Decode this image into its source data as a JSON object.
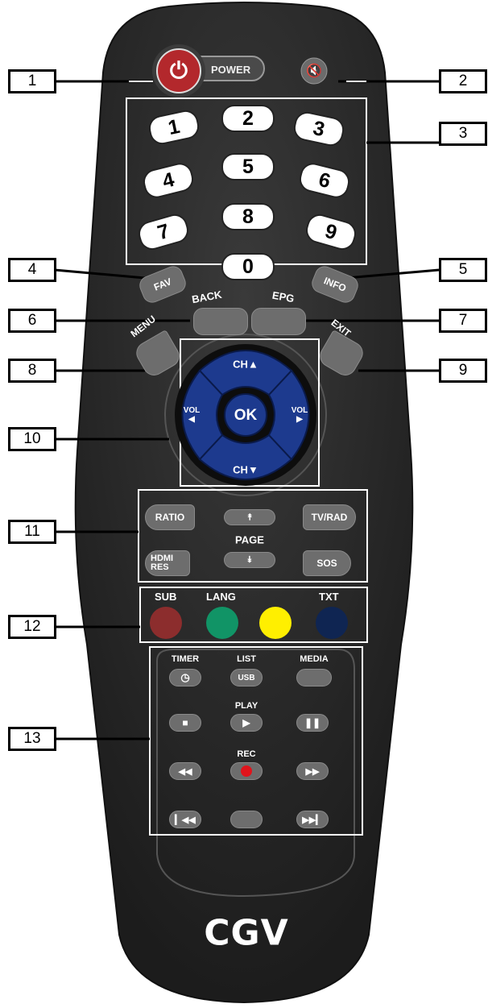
{
  "callouts": [
    "1",
    "2",
    "3",
    "4",
    "5",
    "6",
    "7",
    "8",
    "9",
    "10",
    "11",
    "12",
    "13"
  ],
  "power": {
    "label": "POWER"
  },
  "numbers": [
    "1",
    "2",
    "3",
    "4",
    "5",
    "6",
    "7",
    "8",
    "9",
    "0"
  ],
  "side_labels": {
    "fav": "FAV",
    "info": "INFO",
    "back": "BACK",
    "epg": "EPG",
    "menu": "MENU",
    "exit": "EXIT"
  },
  "nav": {
    "ch_up": "CH▲",
    "ch_down": "CH▼",
    "vol_left": "VOL\n◀",
    "vol_right": "VOL\n▶",
    "ok": "OK"
  },
  "group11": {
    "ratio": "RATIO",
    "tvrad": "TV/RAD",
    "page": "PAGE",
    "hdmi": "HDMI\nRES",
    "sos": "SOS"
  },
  "colors": {
    "body": "#2a2a2a",
    "power_red": "#b3282c",
    "nav_blue": "#1d3a8e",
    "red": "#8c2d2d",
    "green": "#119466",
    "yellow": "#ffef00",
    "blue": "#0f2552"
  },
  "color_labels": {
    "sub": "SUB",
    "lang": "LANG",
    "txt": "TXT"
  },
  "media": {
    "timer": "TIMER",
    "list": "LIST",
    "usb": "USB",
    "media": "MEDIA",
    "play": "PLAY",
    "rec": "REC"
  },
  "icons": [
    "power-icon",
    "mute-icon",
    "clock-icon",
    "stop-icon",
    "play-icon",
    "pause-icon",
    "rewind-icon",
    "fast-forward-icon",
    "record-icon",
    "skip-back-icon",
    "skip-forward-icon",
    "page-up-icon",
    "page-down-icon"
  ],
  "brand": "CGV"
}
